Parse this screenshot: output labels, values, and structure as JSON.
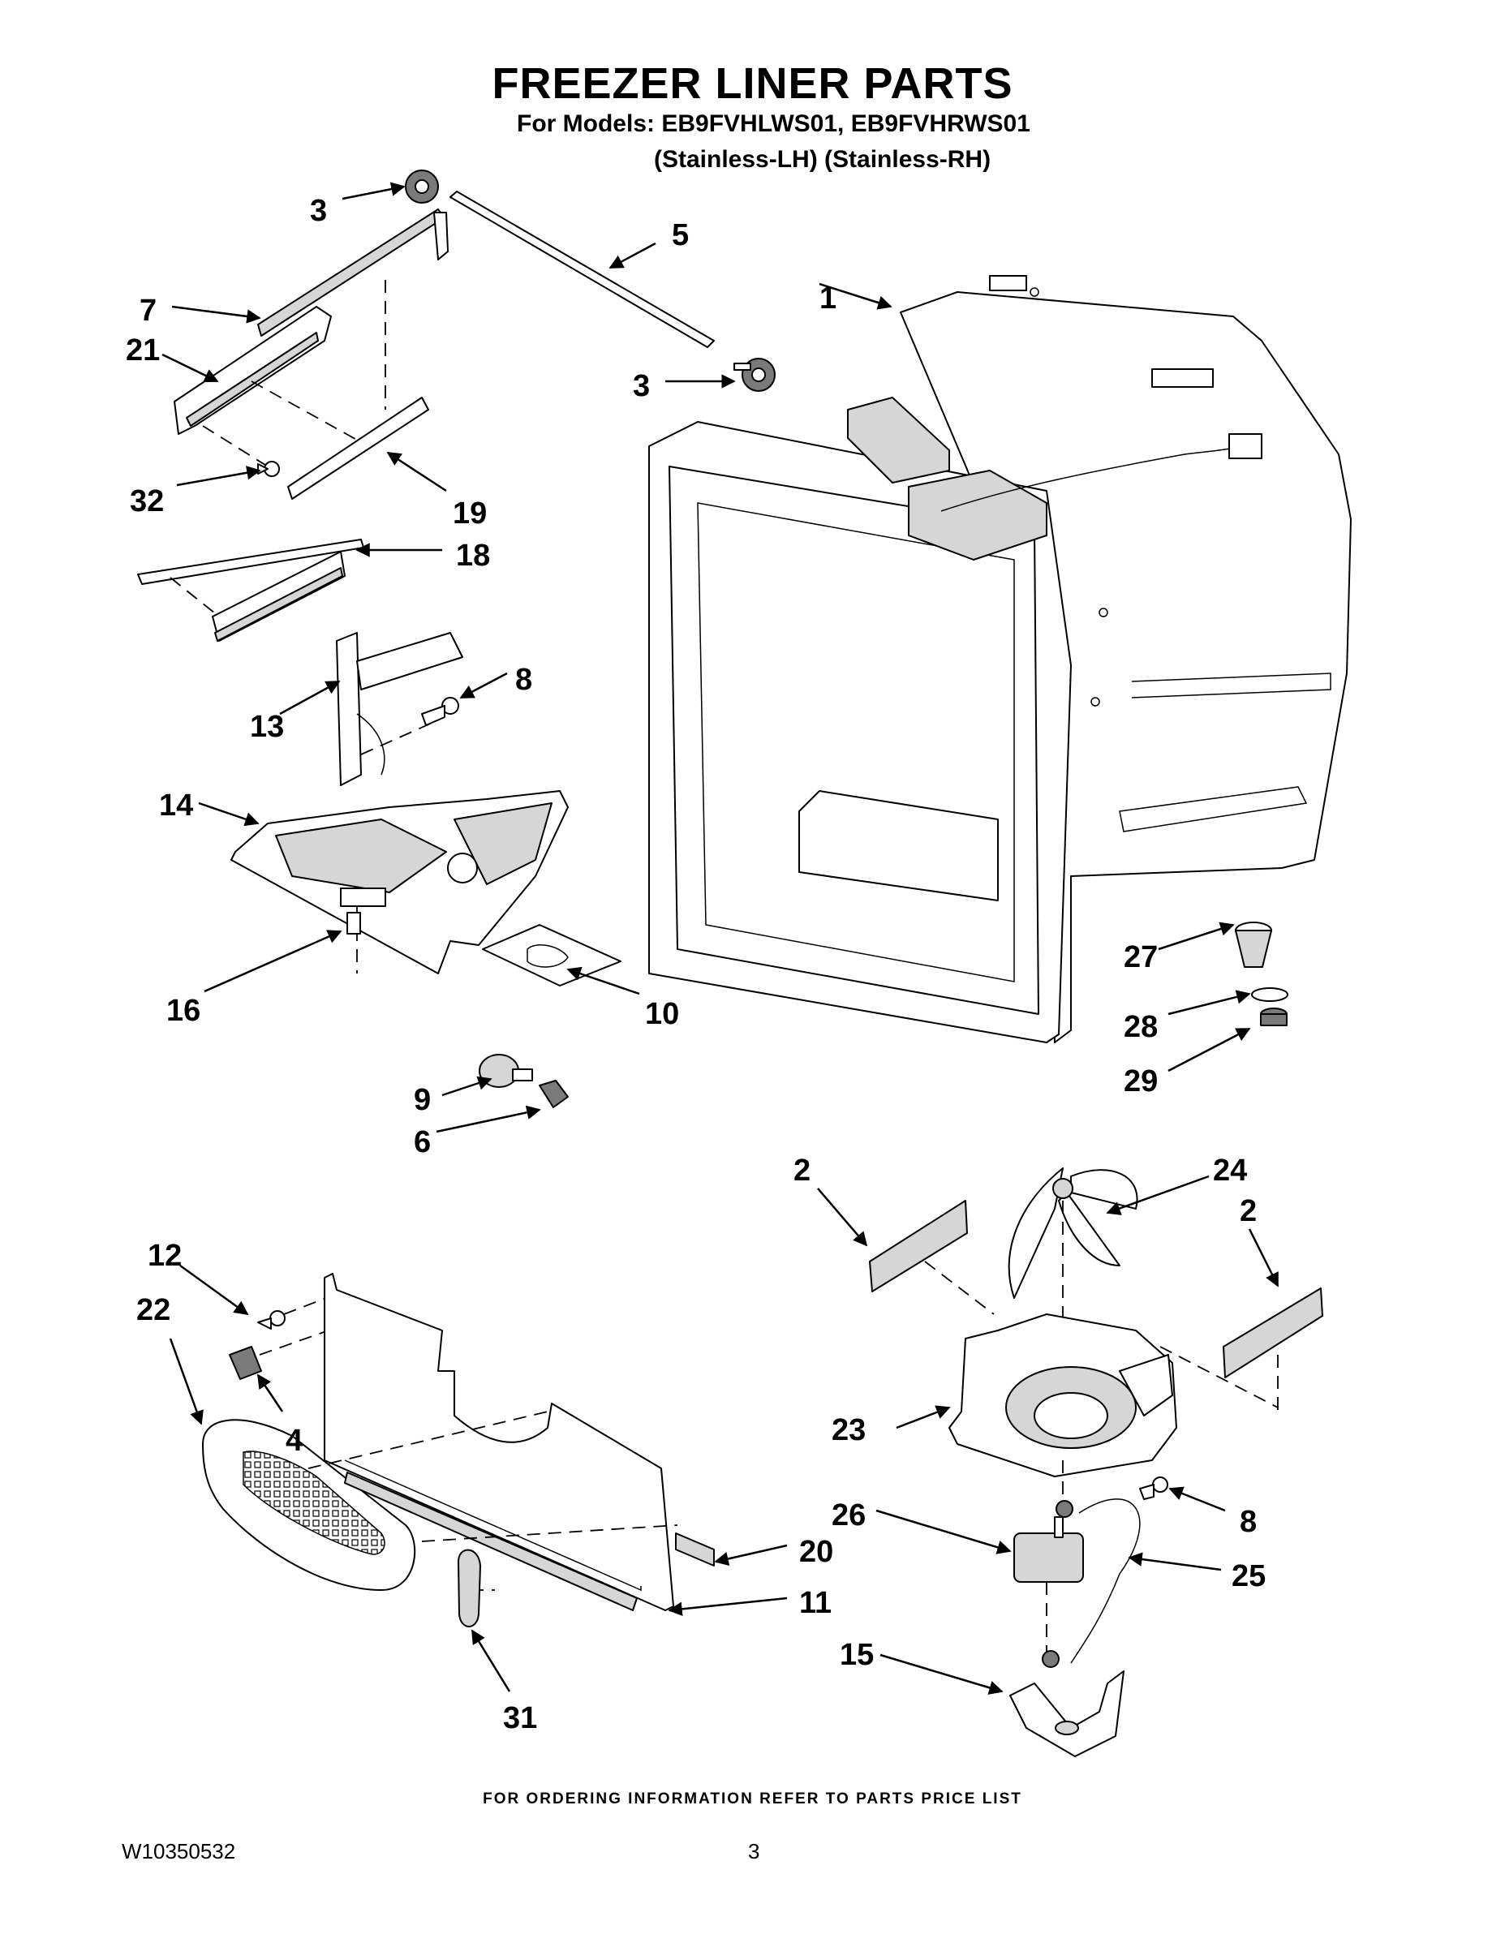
{
  "header": {
    "title": "FREEZER LINER PARTS",
    "models_line": "For Models: EB9FVHLWS01, EB9FVHRWS01",
    "variants_line": "(Stainless-LH)   (Stainless-RH)"
  },
  "footer": {
    "ordering_note": "FOR ORDERING INFORMATION REFER TO PARTS PRICE LIST",
    "document_number": "W10350532",
    "page_number": "3"
  },
  "callouts": [
    "3",
    "5",
    "7",
    "21",
    "1",
    "3",
    "32",
    "19",
    "18",
    "13",
    "8",
    "14",
    "16",
    "10",
    "27",
    "28",
    "29",
    "9",
    "6",
    "2",
    "24",
    "2",
    "12",
    "22",
    "4",
    "23",
    "26",
    "8",
    "20",
    "25",
    "11",
    "15",
    "31"
  ]
}
